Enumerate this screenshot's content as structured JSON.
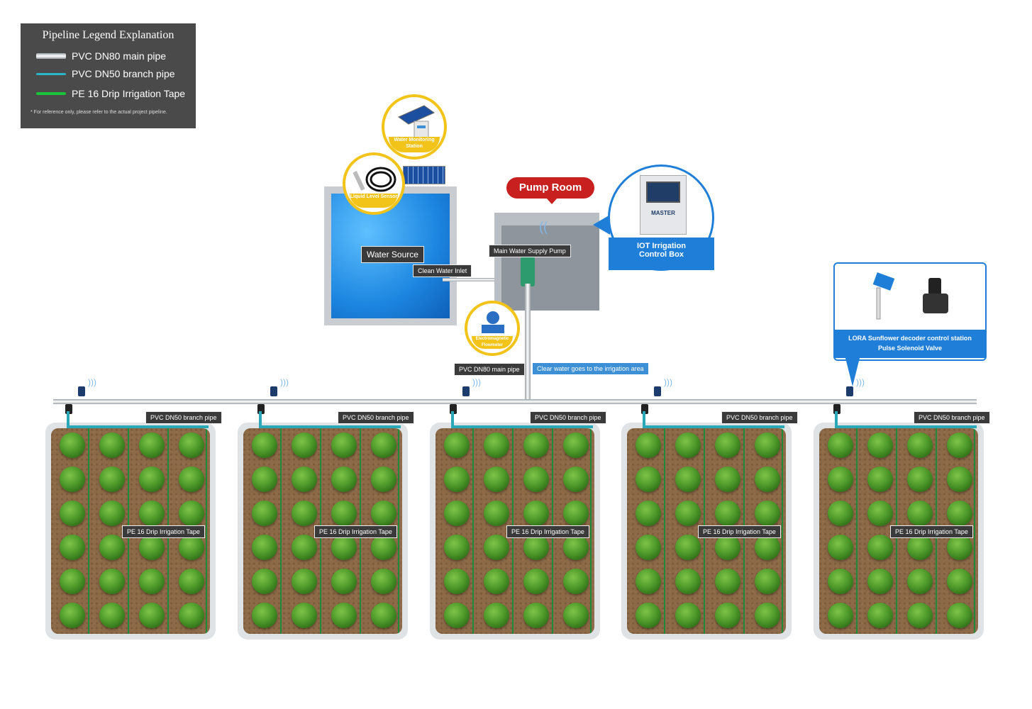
{
  "legend": {
    "title": "Pipeline Legend Explanation",
    "items": [
      {
        "label": "PVC DN80 main pipe",
        "color": "#d9dde2"
      },
      {
        "label": "PVC DN50 branch pipe",
        "color": "#29b6c9"
      },
      {
        "label": "PE 16 Drip Irrigation Tape",
        "color": "#19c33a"
      }
    ],
    "note": "* For reference only, please refer to the actual project pipeline."
  },
  "labels": {
    "pump_room": "Pump Room",
    "water_source": "Water Source",
    "clean_water_inlet": "Clean Water Inlet",
    "main_pump": "Main Water Supply Pump",
    "main_pipe": "PVC DN80 main pipe",
    "clear_water": "Clear water goes to the irrigation area",
    "iot_box_line1": "IOT Irrigation",
    "iot_box_line2": "Control Box",
    "master": "MASTER",
    "lora_line1": "LORA Sunflower decoder control station",
    "lora_line2": "Pulse Solenoid Valve",
    "water_monitoring": "Water Monitoring Station",
    "liquid_level": "Liquid Level Sensor",
    "flowmeter": "Electromagnetic Flowmeter"
  },
  "fields": [
    {
      "branch": "PVC DN50 branch pipe",
      "tape": "PE 16 Drip Irrigation Tape"
    },
    {
      "branch": "PVC DN50 branch pipe",
      "tape": "PE 16 Drip Irrigation Tape"
    },
    {
      "branch": "PVC DN50 branch pipe",
      "tape": "PE 16 Drip Irrigation Tape"
    },
    {
      "branch": "PVC DN50 branch pipe",
      "tape": "PE 16 Drip Irrigation Tape"
    },
    {
      "branch": "PVC DN50 branch pipe",
      "tape": "PE 16 Drip Irrigation Tape"
    }
  ],
  "colors": {
    "pump_room_red": "#c8201e",
    "iot_blue": "#1f7fd8",
    "callout_yellow": "#f2c318"
  }
}
